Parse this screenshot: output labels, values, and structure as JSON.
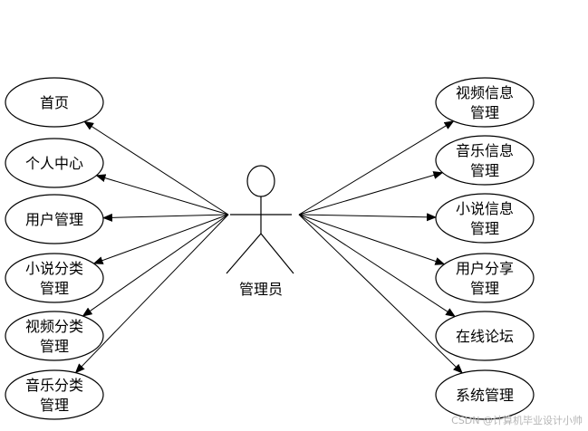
{
  "actor": {
    "label": "管理员"
  },
  "left_use_cases": [
    {
      "lines": [
        "首页"
      ]
    },
    {
      "lines": [
        "个人中心"
      ]
    },
    {
      "lines": [
        "用户管理"
      ]
    },
    {
      "lines": [
        "小说分类",
        "管理"
      ]
    },
    {
      "lines": [
        "视频分类",
        "管理"
      ]
    },
    {
      "lines": [
        "音乐分类",
        "管理"
      ]
    }
  ],
  "right_use_cases": [
    {
      "lines": [
        "视频信息",
        "管理"
      ]
    },
    {
      "lines": [
        "音乐信息",
        "管理"
      ]
    },
    {
      "lines": [
        "小说信息",
        "管理"
      ]
    },
    {
      "lines": [
        "用户分享",
        "管理"
      ]
    },
    {
      "lines": [
        "在线论坛"
      ]
    },
    {
      "lines": [
        "系统管理"
      ]
    }
  ],
  "watermark": "CSDN @计算机毕业设计小帅"
}
